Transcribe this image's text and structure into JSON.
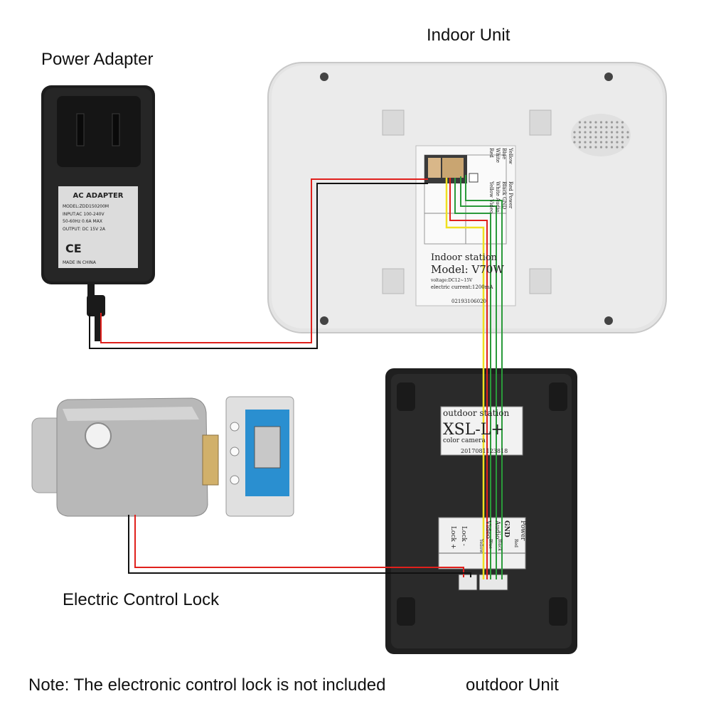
{
  "labels": {
    "indoor_unit": "Indoor Unit",
    "power_adapter": "Power Adapter",
    "electric_lock": "Electric Control Lock",
    "outdoor_unit": "outdoor Unit",
    "note": "Note:  The electronic control lock is not included"
  },
  "adapter": {
    "header": "AC ADAPTER",
    "model": "MODEL:ZDD150200M",
    "input": "INPUT:AC 100-240V",
    "freq": "50-60Hz 0.6A MAX",
    "output": "OUTPUT: DC 15V 2A",
    "made_in": "MADE IN CHINA",
    "ce_mark": "CE"
  },
  "indoor_label": {
    "station": "Indoor station",
    "model": "Model: V70W",
    "voltage": "voltage:DC12~15V",
    "current": "electric current:1200mA",
    "serial": "02193106020"
  },
  "indoor_terminals": [
    "Red  Power",
    "Black GND",
    "White Audio",
    "Yellow Video"
  ],
  "indoor_wire_colors": [
    "Yellow",
    "Blue",
    "White",
    "Red"
  ],
  "outdoor_label": {
    "station": "outdoor station",
    "model": "XSL-L+",
    "camera": "color camera",
    "serial": "2017081123818"
  },
  "outdoor_terminals": {
    "power": "Power",
    "power_color": "Red",
    "gnd": "GND",
    "gnd_color": "Black",
    "audio": "Audio",
    "audio_color": "Blue",
    "video": "Video",
    "video_color": "Yellow",
    "lock_plus": "Lock +",
    "lock_minus": "Lock -"
  },
  "wire_colors": {
    "red": "#e0201c",
    "black": "#111111",
    "yellow": "#f0e020",
    "green": "#2a9a3a"
  }
}
